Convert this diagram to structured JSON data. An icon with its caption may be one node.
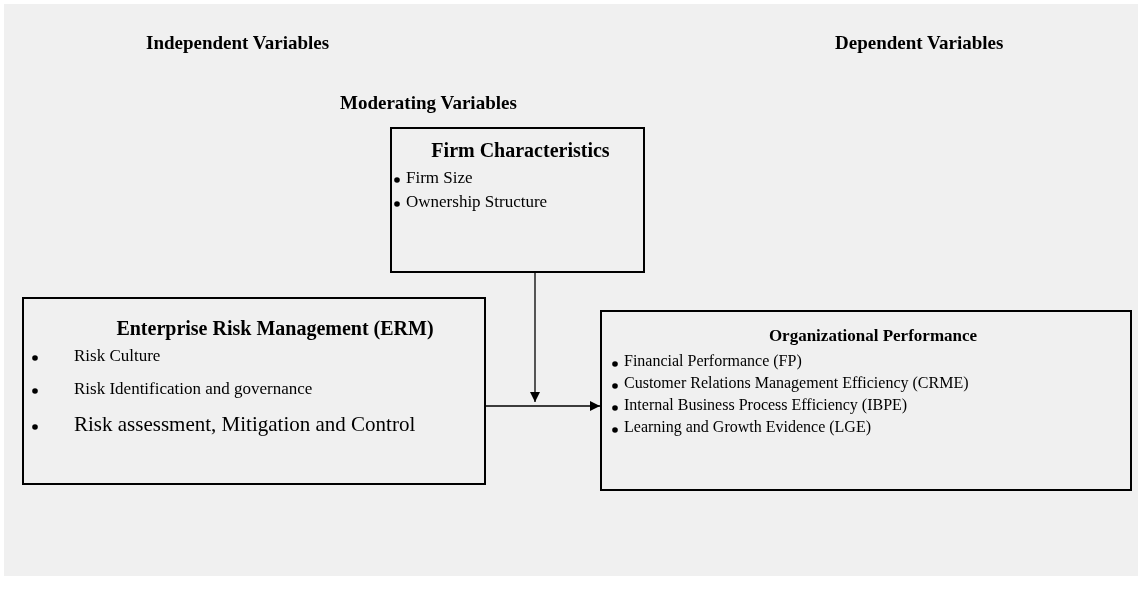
{
  "diagram": {
    "nodes": [
      {
        "text": [
          "Firm Characteristics",
          "Firm Size",
          "Ownership Structure"
        ]
      },
      {
        "text": [
          "Enterprise Risk Management (ERM)",
          "Risk Culture",
          "Risk Identification and governance",
          "Risk assessment, Mitigation and Control"
        ]
      },
      {
        "text": [
          "Organizational Performance",
          "Financial Performance (FP)",
          "Customer Relations Management Efficiency (CRME)",
          "Internal Business Process Efficiency (IBPE)",
          "Learning and Growth Evidence (LGE)"
        ]
      }
    ],
    "edges": [
      {
        "from": 1,
        "to": 2,
        "arrow": "to"
      },
      {
        "from": 0,
        "to": null,
        "arrow": "to"
      }
    ],
    "labels": [
      "Independent Variables",
      "Dependent Variables",
      "Moderating Variables"
    ]
  }
}
